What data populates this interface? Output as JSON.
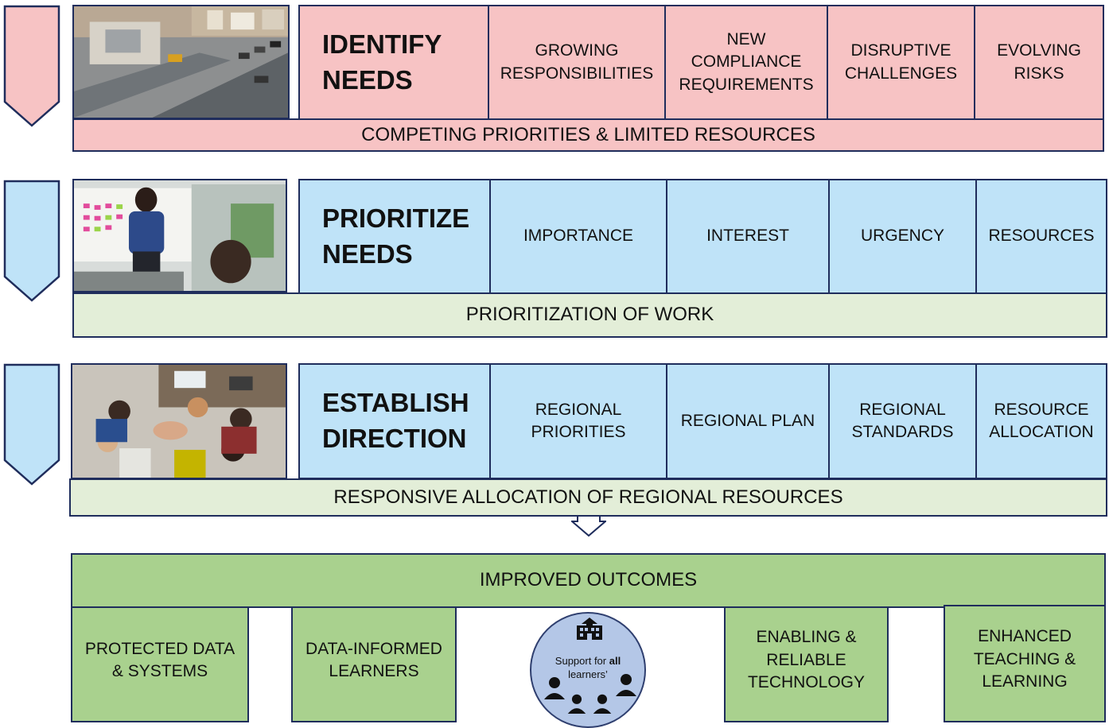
{
  "colors": {
    "border": "#1f2d5c",
    "pink": "#f7c3c4",
    "blue": "#bfe3f8",
    "pale_green": "#e3eed8",
    "green": "#a9d18e",
    "circle": "#b4c7e7"
  },
  "stages": [
    {
      "title": "IDENTIFY\nNEEDS",
      "items": [
        "GROWING\nRESPONSIBILITIES",
        "NEW\nCOMPLIANCE\nREQUIREMENTS",
        "DISRUPTIVE\nCHALLENGES",
        "EVOLVING\nRISKS"
      ],
      "bar": "COMPETING PRIORITIES & LIMITED RESOURCES",
      "photo_icon": "town-aerial-photo"
    },
    {
      "title": "PRIORITIZE\nNEEDS",
      "items": [
        "IMPORTANCE",
        "INTEREST",
        "URGENCY",
        "RESOURCES"
      ],
      "bar": "PRIORITIZATION OF WORK",
      "photo_icon": "whiteboard-meeting-photo"
    },
    {
      "title": "ESTABLISH\nDIRECTION",
      "items": [
        "REGIONAL\nPRIORITIES",
        "REGIONAL PLAN",
        "REGIONAL\nSTANDARDS",
        "RESOURCE\nALLOCATION"
      ],
      "bar": "RESPONSIVE ALLOCATION OF REGIONAL RESOURCES",
      "photo_icon": "team-hands-photo"
    }
  ],
  "outcomes": {
    "header": "IMPROVED OUTCOMES",
    "items": [
      "PROTECTED DATA\n& SYSTEMS",
      "DATA-INFORMED\nLEARNERS",
      "ENABLING &\nRELIABLE\nTECHNOLOGY",
      "ENHANCED\nTEACHING &\nLEARNING"
    ],
    "center": {
      "text_before": "Support for ",
      "text_bold": "all",
      "text_after": "learners’",
      "icons": [
        "school-icon",
        "student-icon"
      ]
    }
  }
}
